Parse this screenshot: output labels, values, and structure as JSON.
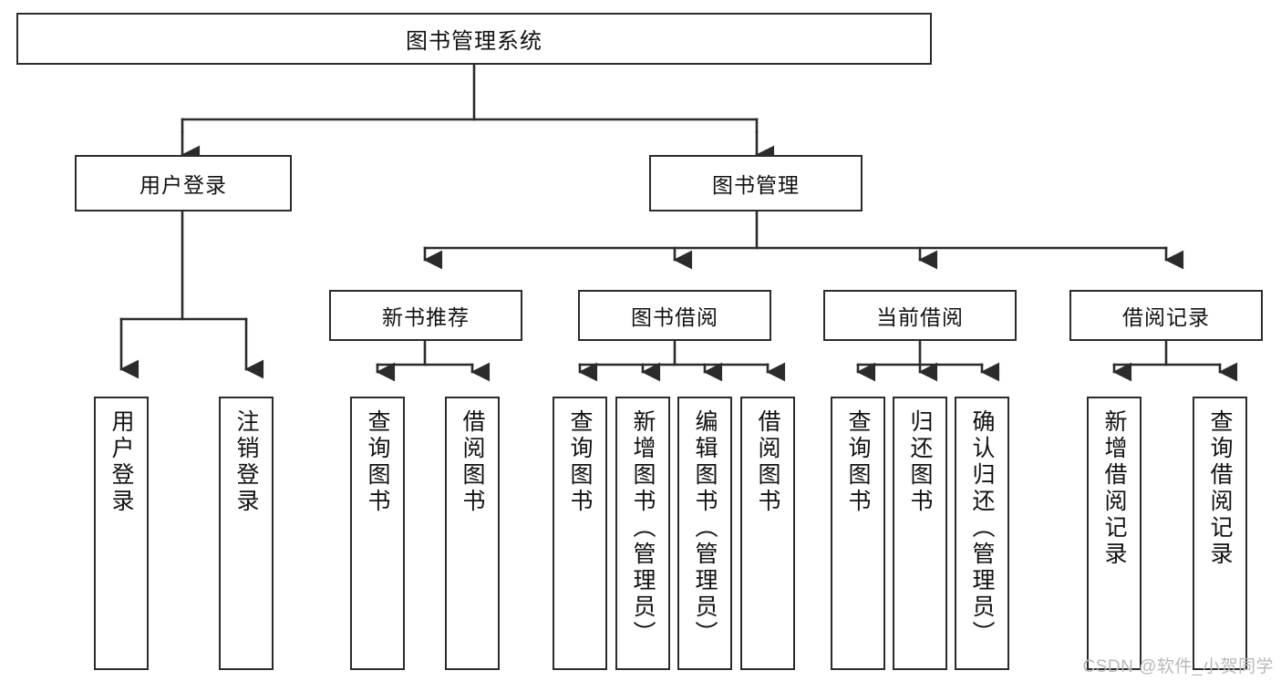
{
  "diagram": {
    "title": "图书管理系统",
    "type": "hierarchy-tree",
    "style": {
      "background": "#ffffff",
      "box_fill": "#ffffff",
      "box_stroke": "#2b2b2b",
      "connector_stroke": "#2b2b2b",
      "text_color": "#111111",
      "watermark_color": "#b9b9b9"
    },
    "watermark": "CSDN @软件_小贺同学",
    "nodes": {
      "root": {
        "label": "图书管理系统",
        "level": 0,
        "orientation": "horizontal"
      },
      "user_login": {
        "label": "用户登录",
        "level": 1,
        "orientation": "horizontal"
      },
      "book_manage": {
        "label": "图书管理",
        "level": 1,
        "orientation": "horizontal"
      },
      "new_book_rec": {
        "label": "新书推荐",
        "level": 2,
        "orientation": "horizontal"
      },
      "book_borrow": {
        "label": "图书借阅",
        "level": 2,
        "orientation": "horizontal"
      },
      "current_borrow": {
        "label": "当前借阅",
        "level": 2,
        "orientation": "horizontal"
      },
      "borrow_record": {
        "label": "借阅记录",
        "level": 2,
        "orientation": "horizontal"
      },
      "leaf_user_login": {
        "label": "用户登录",
        "level": 3,
        "orientation": "vertical"
      },
      "leaf_logout": {
        "label": "注销登录",
        "level": 3,
        "orientation": "vertical"
      },
      "leaf_query_book_rec": {
        "label": "查询图书",
        "level": 3,
        "orientation": "vertical"
      },
      "leaf_borrow_book_rec": {
        "label": "借阅图书",
        "level": 3,
        "orientation": "vertical"
      },
      "leaf_query_book_b": {
        "label": "查询图书",
        "level": 3,
        "orientation": "vertical"
      },
      "leaf_add_book": {
        "label": "新增图书（管理员）",
        "level": 3,
        "orientation": "vertical"
      },
      "leaf_edit_book": {
        "label": "编辑图书（管理员）",
        "level": 3,
        "orientation": "vertical"
      },
      "leaf_borrow_book_b": {
        "label": "借阅图书",
        "level": 3,
        "orientation": "vertical"
      },
      "leaf_query_book_c": {
        "label": "查询图书",
        "level": 3,
        "orientation": "vertical"
      },
      "leaf_return_book": {
        "label": "归还图书",
        "level": 3,
        "orientation": "vertical"
      },
      "leaf_confirm_return": {
        "label": "确认归还（管理员）",
        "level": 3,
        "orientation": "vertical"
      },
      "leaf_add_record": {
        "label": "新增借阅记录",
        "level": 3,
        "orientation": "vertical"
      },
      "leaf_query_record": {
        "label": "查询借阅记录",
        "level": 3,
        "orientation": "vertical"
      }
    },
    "edges": [
      {
        "from": "root",
        "to": "user_login"
      },
      {
        "from": "root",
        "to": "book_manage"
      },
      {
        "from": "user_login",
        "to": "leaf_user_login"
      },
      {
        "from": "user_login",
        "to": "leaf_logout"
      },
      {
        "from": "book_manage",
        "to": "new_book_rec"
      },
      {
        "from": "book_manage",
        "to": "book_borrow"
      },
      {
        "from": "book_manage",
        "to": "current_borrow"
      },
      {
        "from": "book_manage",
        "to": "borrow_record"
      },
      {
        "from": "new_book_rec",
        "to": "leaf_query_book_rec"
      },
      {
        "from": "new_book_rec",
        "to": "leaf_borrow_book_rec"
      },
      {
        "from": "book_borrow",
        "to": "leaf_query_book_b"
      },
      {
        "from": "book_borrow",
        "to": "leaf_add_book"
      },
      {
        "from": "book_borrow",
        "to": "leaf_edit_book"
      },
      {
        "from": "book_borrow",
        "to": "leaf_borrow_book_b"
      },
      {
        "from": "current_borrow",
        "to": "leaf_query_book_c"
      },
      {
        "from": "current_borrow",
        "to": "leaf_return_book"
      },
      {
        "from": "current_borrow",
        "to": "leaf_confirm_return"
      },
      {
        "from": "borrow_record",
        "to": "leaf_add_record"
      },
      {
        "from": "borrow_record",
        "to": "leaf_query_record"
      }
    ]
  }
}
